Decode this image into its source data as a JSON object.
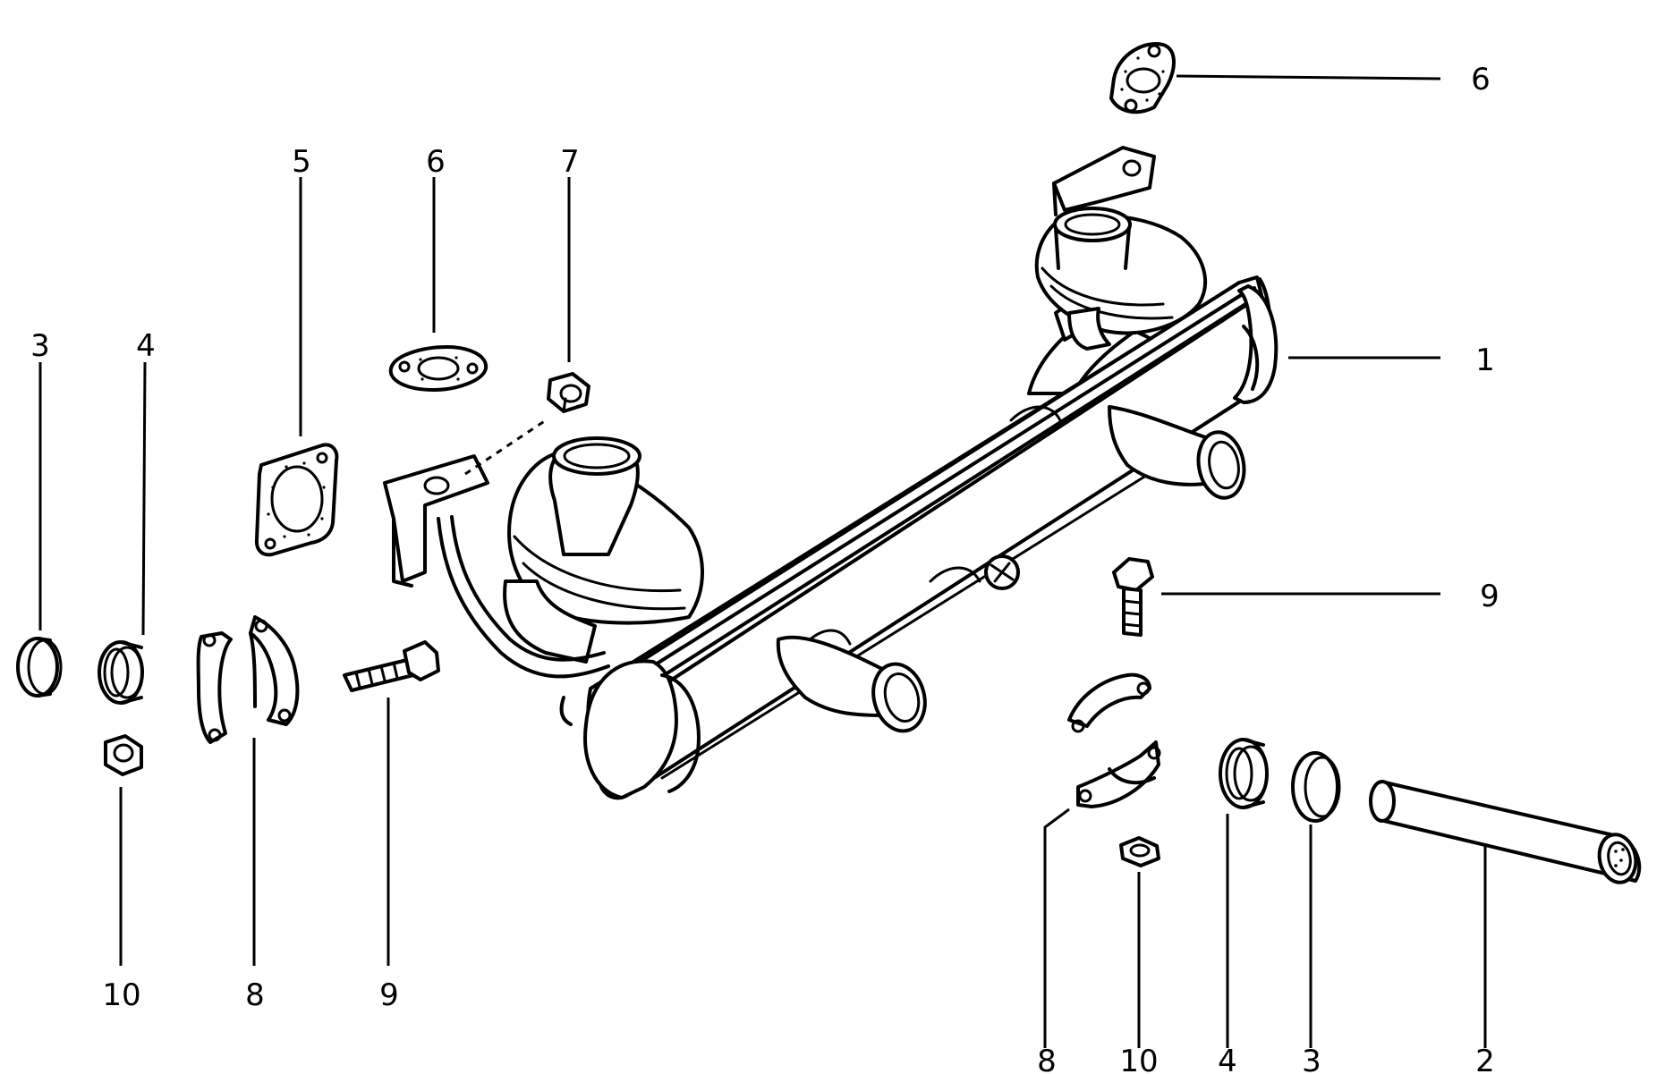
{
  "callouts": {
    "c1": "1",
    "c2": "2",
    "c3_left": "3",
    "c3_right": "3",
    "c4_left": "4",
    "c4_right": "4",
    "c5": "5",
    "c6_top": "6",
    "c6_mid": "6",
    "c7": "7",
    "c8_left": "8",
    "c8_right": "8",
    "c9_left": "9",
    "c9_right": "9",
    "c10_left": "10",
    "c10_right": "10"
  }
}
